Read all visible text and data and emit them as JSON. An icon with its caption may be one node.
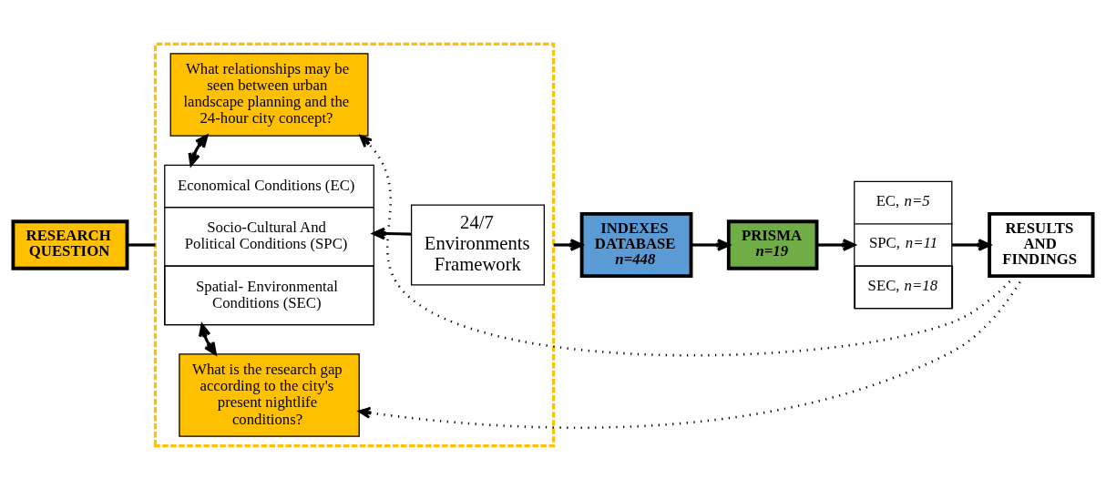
{
  "diagram": {
    "nodes": [
      {
        "text": [
          "RESEARCH QUESTION"
        ]
      },
      {
        "text": [],
        "shape": "box"
      },
      {
        "text": [
          "What relationships may be seen between urban landscape planning and the 24-hour city concept?"
        ],
        "in": 1
      },
      {
        "text": [
          "Economical Conditions (EC)",
          "Socio-Cultural And Political Conditions (SPC)",
          "Spatial- Environmental Conditions (SEC)"
        ],
        "in": 1
      },
      {
        "text": [
          "24/7 Environments Framework"
        ],
        "in": 1
      },
      {
        "text": [
          "What is the research gap according to the city's present nightlife conditions?"
        ],
        "in": 1
      },
      {
        "text": [
          "INDEXES DATABASE",
          "*n=448*"
        ]
      },
      {
        "text": [
          "PRISMA",
          "*n=19*"
        ]
      },
      {
        "text": [
          "EC, *n=5*",
          "SPC, *n=11*",
          "SEC, *n=18*"
        ]
      },
      {
        "text": [
          "RESULTS AND FINDINGS"
        ]
      }
    ],
    "edges": [
      {
        "from": 0,
        "to": 1,
        "arrow": "none"
      },
      {
        "from": 2,
        "to": 3,
        "arrow": "both"
      },
      {
        "from": 3,
        "to": 5,
        "arrow": "both"
      },
      {
        "from": 4,
        "to": 3,
        "arrow": "to"
      },
      {
        "from": 1,
        "to": 6,
        "arrow": "to"
      },
      {
        "from": 6,
        "to": 7,
        "arrow": "to"
      },
      {
        "from": 7,
        "to": 8,
        "arrow": "to"
      },
      {
        "from": 8,
        "to": 9,
        "arrow": "to"
      },
      {
        "from": 9,
        "to": 2,
        "arrow": "to",
        "style": "dashed"
      },
      {
        "from": 9,
        "to": 5,
        "arrow": "to",
        "style": "dashed"
      }
    ]
  }
}
